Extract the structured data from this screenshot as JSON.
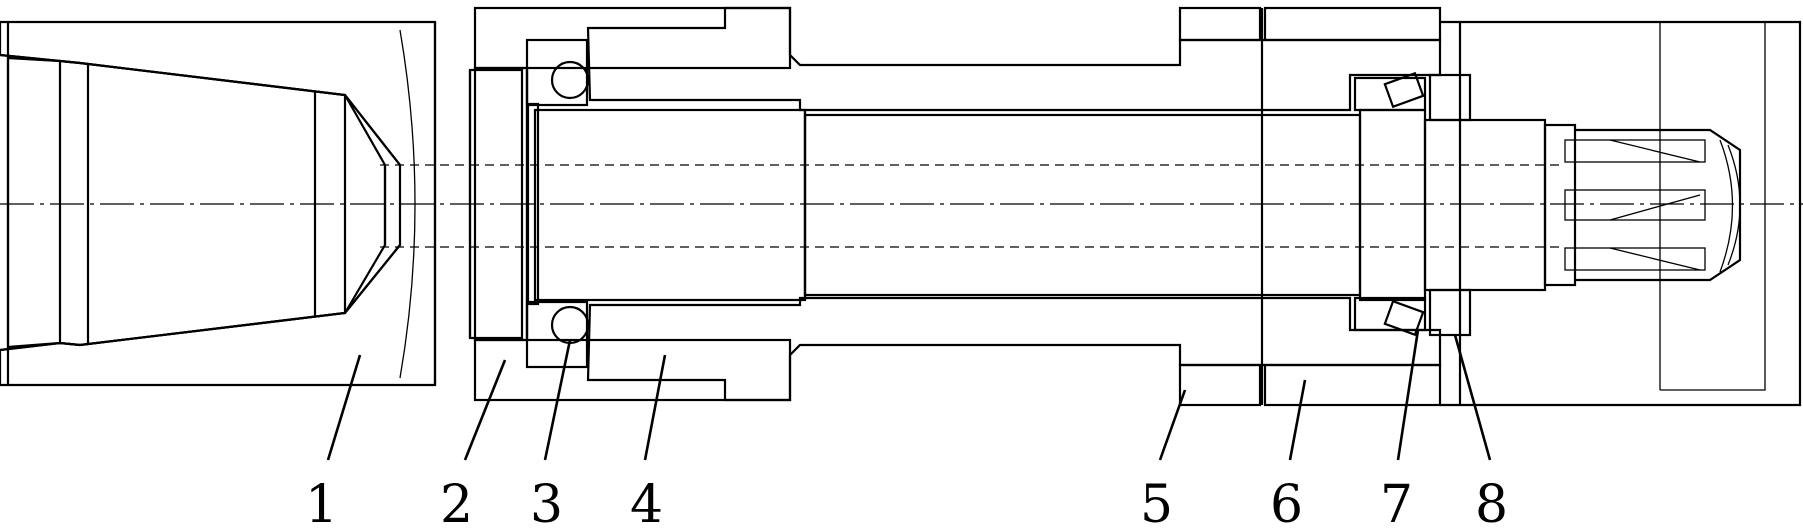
{
  "labels": [
    {
      "id": "1",
      "text": "1"
    },
    {
      "id": "2",
      "text": "2"
    },
    {
      "id": "3",
      "text": "3"
    },
    {
      "id": "4",
      "text": "4"
    },
    {
      "id": "5",
      "text": "5"
    },
    {
      "id": "6",
      "text": "6"
    },
    {
      "id": "7",
      "text": "7"
    },
    {
      "id": "8",
      "text": "8"
    }
  ],
  "colors": {
    "line": "#000000",
    "background": "#ffffff"
  }
}
